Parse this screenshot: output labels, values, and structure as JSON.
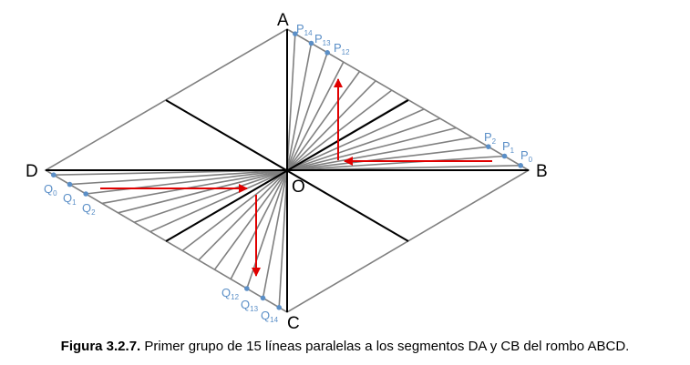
{
  "vertices": {
    "A": "A",
    "B": "B",
    "C": "C",
    "D": "D",
    "O": "O"
  },
  "points_p": [
    {
      "base": "P",
      "sub": "14"
    },
    {
      "base": "P",
      "sub": "13"
    },
    {
      "base": "P",
      "sub": "12"
    },
    {
      "base": "P",
      "sub": "2"
    },
    {
      "base": "P",
      "sub": "1"
    },
    {
      "base": "P",
      "sub": "0"
    }
  ],
  "points_q": [
    {
      "base": "Q",
      "sub": "0"
    },
    {
      "base": "Q",
      "sub": "1"
    },
    {
      "base": "Q",
      "sub": "2"
    },
    {
      "base": "Q",
      "sub": "12"
    },
    {
      "base": "Q",
      "sub": "13"
    },
    {
      "base": "Q",
      "sub": "14"
    }
  ],
  "colors": {
    "parallel_lines": "#808080",
    "axes": "#000000",
    "arrows": "#e00000",
    "points": "#5b8fc7"
  },
  "caption": {
    "bold": "Figura 3.2.7.",
    "text": " Primer grupo de 15 líneas paralelas a los segmentos DA y CB del rombo ABCD."
  }
}
